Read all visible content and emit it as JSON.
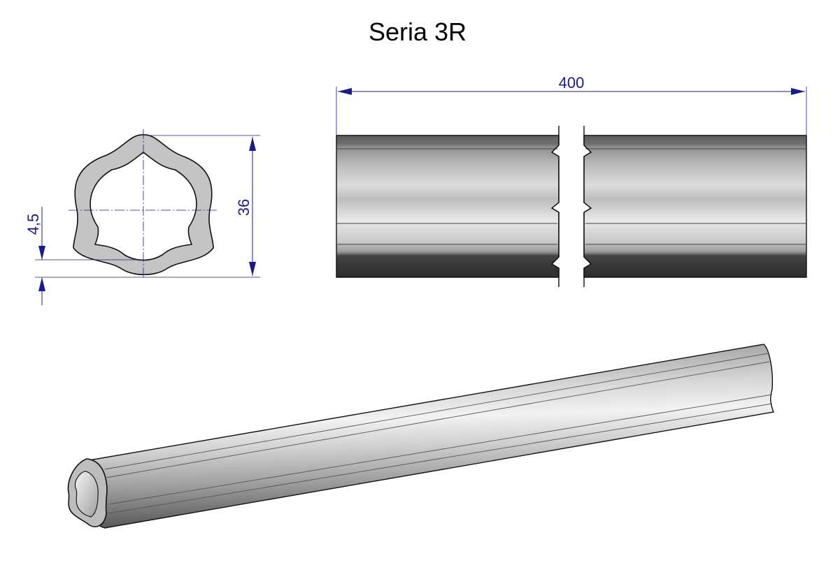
{
  "title": "Seria 3R",
  "dimensions": {
    "length": "400",
    "height": "36",
    "wall_thickness": "4,5"
  },
  "colors": {
    "dimension_line": "#1a1a8c",
    "outline": "#111111",
    "section_fill": "#c4c4c4",
    "tube_dark": "#3a3a3a",
    "tube_mid": "#8c8c8c",
    "tube_light": "#e6e6e6"
  }
}
